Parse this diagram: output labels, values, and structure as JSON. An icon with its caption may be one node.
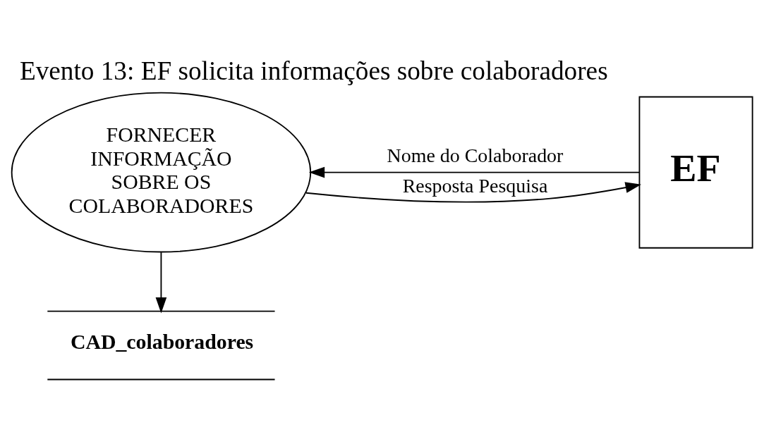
{
  "diagram": {
    "title": "Evento 13: EF solicita informações sobre colaboradores",
    "nodes": [
      {
        "text": [
          "FORNECER INFORMAÇÃO SOBRE OS COLABORADORES"
        ]
      },
      {
        "text": [
          "EF"
        ]
      },
      {
        "text": [
          "CAD_colaboradores"
        ]
      }
    ],
    "edges": [
      {
        "from": 1,
        "to": 0,
        "arrow": "to",
        "label": "Nome do Colaborador"
      },
      {
        "from": 0,
        "to": 1,
        "arrow": "to",
        "label": "Resposta Pesquisa"
      },
      {
        "from": 0,
        "to": 2,
        "arrow": "to"
      }
    ]
  }
}
